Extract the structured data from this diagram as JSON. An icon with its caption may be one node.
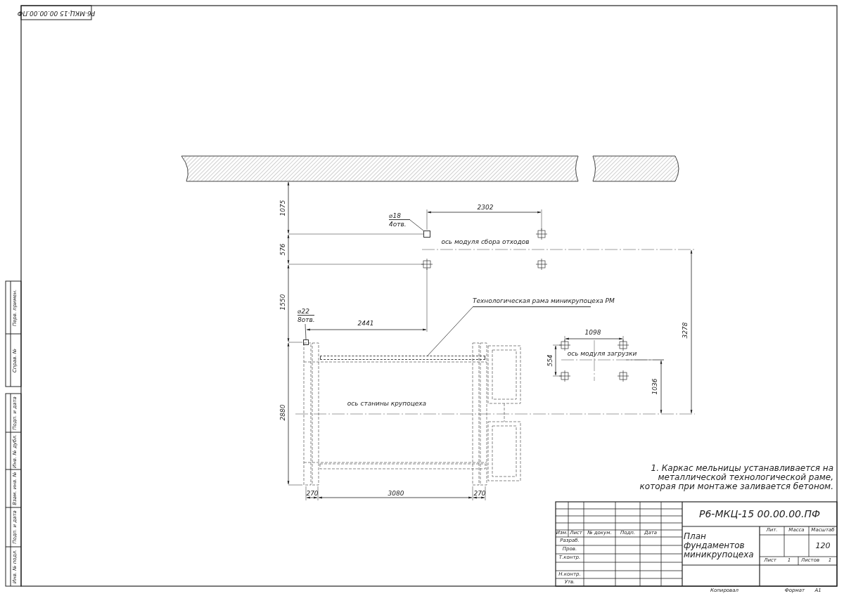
{
  "diagram": {
    "nodes": [
      {
        "text": [
          "⌀18",
          "4отв."
        ]
      },
      {
        "text": [],
        "shape": "box"
      },
      {
        "text": [
          "⌀22",
          "8отв."
        ]
      },
      {
        "text": [],
        "shape": "box"
      },
      {
        "text": [
          "Технологическая рама миникрупоцеха РМ"
        ]
      },
      {
        "text": [],
        "shape": "box"
      }
    ],
    "edges": [
      {
        "from": 0,
        "to": 1,
        "arrow": "none"
      },
      {
        "from": 2,
        "to": 3,
        "arrow": "none"
      },
      {
        "from": 4,
        "to": 5,
        "arrow": "none"
      }
    ],
    "labels": [
      "Р6-МКЦ-15 00.00.00.ПФ",
      "1075",
      "2302",
      "ось модуля сбора отходов",
      "576",
      "1550",
      "2441",
      "3278",
      "1098",
      "554",
      "ось модуля загрузки",
      "1036",
      "ось станины крупоцеха",
      "2880",
      "270",
      "3080",
      "270",
      "1. Каркас мельницы устанавливается на металлической технологической раме, которая при монтаже заливается бетоном.",
      "Р6-МКЦ-15 00.00.00.ПФ",
      "Изм.",
      "Лист",
      "№ докум.",
      "Подп.",
      "Дата",
      "План фундаментов миникрупоцеха",
      "Лит.",
      "Масса",
      "Масштаб",
      "Разраб.",
      "120",
      "Пров.",
      "Т.контр.",
      "Лист",
      "1",
      "Листов",
      "1",
      "Н.контр.",
      "Утв.",
      "Копировал",
      "Формат",
      "А1",
      "Перв. примен.",
      "Справ. №",
      "Подп. и дата",
      "Инв. № дубл.",
      "Взам. инв. №",
      "Подп. и дата",
      "Инв. № подл."
    ]
  }
}
